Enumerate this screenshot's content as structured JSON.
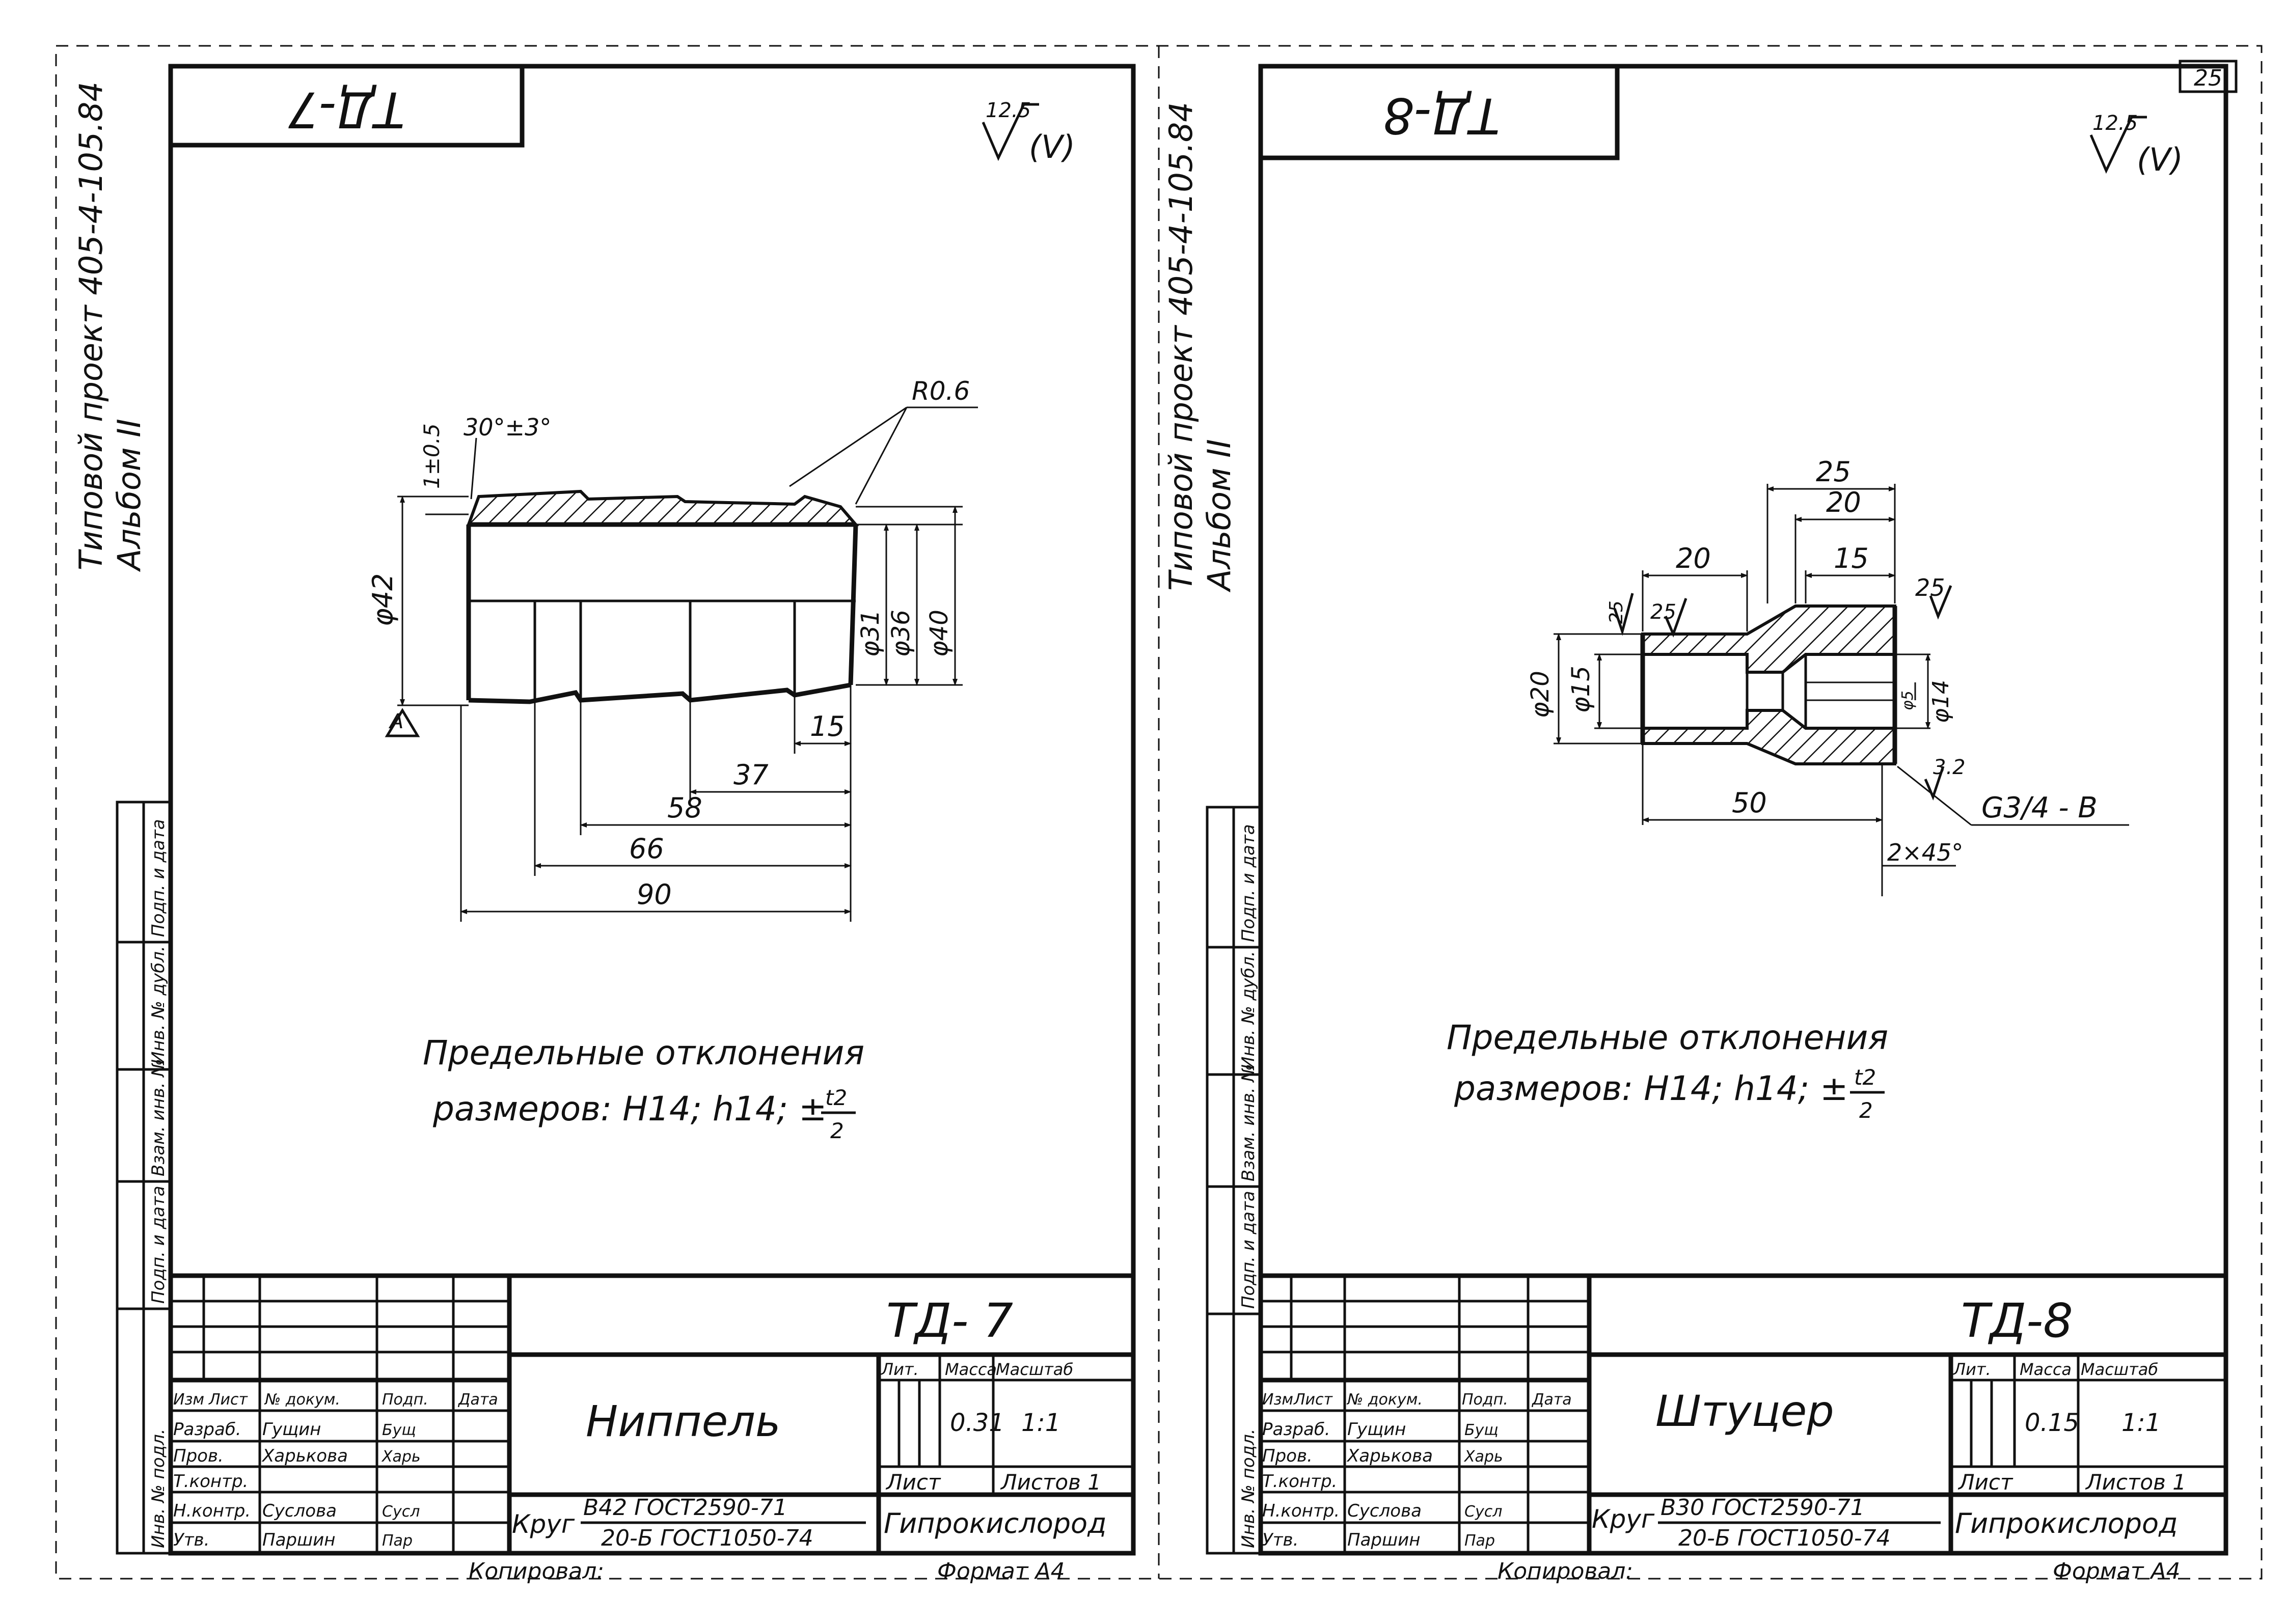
{
  "sheet_number": "25",
  "left_sheet": {
    "side_text_line1": "Типовой проект 405-4-105.84",
    "side_text_line2": "Альбом II",
    "stamp_rotated": "ТД-7",
    "roughness_value": "12.5",
    "roughness_suffix": "(V)",
    "dim_angle": "30°±3°",
    "dim_step": "1±0.5",
    "dim_radius": "R0.6",
    "dim_d42": "φ42",
    "dim_d31": "φ31",
    "dim_d36": "φ36",
    "dim_d40": "φ40",
    "dim_15": "15",
    "dim_37": "37",
    "dim_58": "58",
    "dim_66": "66",
    "dim_90": "90",
    "datum": "A",
    "note_line1": "Предельные отклонения",
    "note_line2": "размеров: H14; h14; ±",
    "note_frac_top": "t2",
    "note_frac_bottom": "2",
    "side_columns": [
      "Инв. № подл.",
      "Подп. и дата",
      "Взам. инв. №",
      "Инв. № дубл.",
      "Подп. и дата"
    ],
    "title_block": {
      "designation": "ТД- 7",
      "name": "Ниппель",
      "material_prefix": "Круг",
      "material_line1": "В42 ГОСТ2590-71",
      "material_line2": "20-Б ГОСТ1050-74",
      "lit_label": "Лит.",
      "mass_label": "Масса",
      "scale_label": "Масштаб",
      "mass_value": "0.31",
      "scale_value": "1:1",
      "sheet_label": "Лист",
      "sheets_label": "Листов 1",
      "org": "Гипрокислород",
      "copied": "Копировал:",
      "format": "Формат А4",
      "header_cells": [
        "Изм",
        "Лист",
        "№ докум.",
        "Подп.",
        "Дата"
      ],
      "rows": [
        {
          "role": "Разраб.",
          "name": "Гущин",
          "sign": "Бущ"
        },
        {
          "role": "Пров.",
          "name": "Харькова",
          "sign": "Харь"
        },
        {
          "role": "Т.контр.",
          "name": "",
          "sign": ""
        },
        {
          "role": "Н.контр.",
          "name": "Суслова",
          "sign": "Сусл"
        },
        {
          "role": "Утв.",
          "name": "Паршин",
          "sign": "Пар"
        }
      ]
    }
  },
  "right_sheet": {
    "side_text_line1": "Типовой проект 405-4-105.84",
    "side_text_line2": "Альбом II",
    "stamp_rotated": "ТД-8",
    "roughness_value": "12.5",
    "roughness_suffix": "(V)",
    "dim_25_top": "25",
    "dim_20_top": "20",
    "dim_20_left": "20",
    "dim_15_top": "15",
    "rough_a": "25",
    "rough_b": "25",
    "rough_c": "25",
    "dim_d20": "φ20",
    "dim_d15": "φ15",
    "dim_d5": "φ5",
    "dim_d14": "φ14",
    "rough_32": "3.2",
    "thread": "G3/4 - B",
    "dim_50": "50",
    "chamfer": "2×45°",
    "note_line1": "Предельные отклонения",
    "note_line2": "размеров: H14; h14; ±",
    "note_frac_top": "t2",
    "note_frac_bottom": "2",
    "side_columns": [
      "Инв. № подл.",
      "Подп. и дата",
      "Взам. инв. №",
      "Инв. № дубл.",
      "Подп. и дата"
    ],
    "title_block": {
      "designation": "ТД-8",
      "name": "Штуцер",
      "material_prefix": "Круг",
      "material_line1": "В30 ГОСТ2590-71",
      "material_line2": "20-Б ГОСТ1050-74",
      "lit_label": "Лит.",
      "mass_label": "Масса",
      "scale_label": "Масштаб",
      "mass_value": "0.15",
      "scale_value": "1:1",
      "sheet_label": "Лист",
      "sheets_label": "Листов 1",
      "org": "Гипрокислород",
      "copied": "Копировал:",
      "format": "Формат А4",
      "header_cells": [
        "Изм",
        "Лист",
        "№ докум.",
        "Подп.",
        "Дата"
      ],
      "rows": [
        {
          "role": "Разраб.",
          "name": "Гущин",
          "sign": "Бущ"
        },
        {
          "role": "Пров.",
          "name": "Харькова",
          "sign": "Харь"
        },
        {
          "role": "Т.контр.",
          "name": "",
          "sign": ""
        },
        {
          "role": "Н.контр.",
          "name": "Суслова",
          "sign": "Сусл"
        },
        {
          "role": "Утв.",
          "name": "Паршин",
          "sign": "Пар"
        }
      ]
    }
  }
}
